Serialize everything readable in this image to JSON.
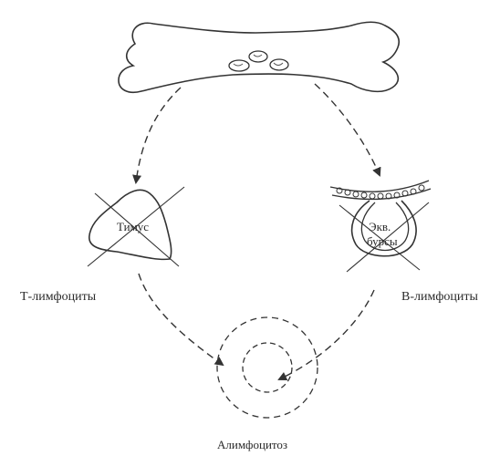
{
  "labels": {
    "thymus": "Тимус",
    "bursa_line1": "Экв.",
    "bursa_line2": "бурсы",
    "t_lymphocytes": "Т-лимфоциты",
    "b_lymphocytes": "В-лимфоциты",
    "caption": "Алимфоцитоз"
  }
}
